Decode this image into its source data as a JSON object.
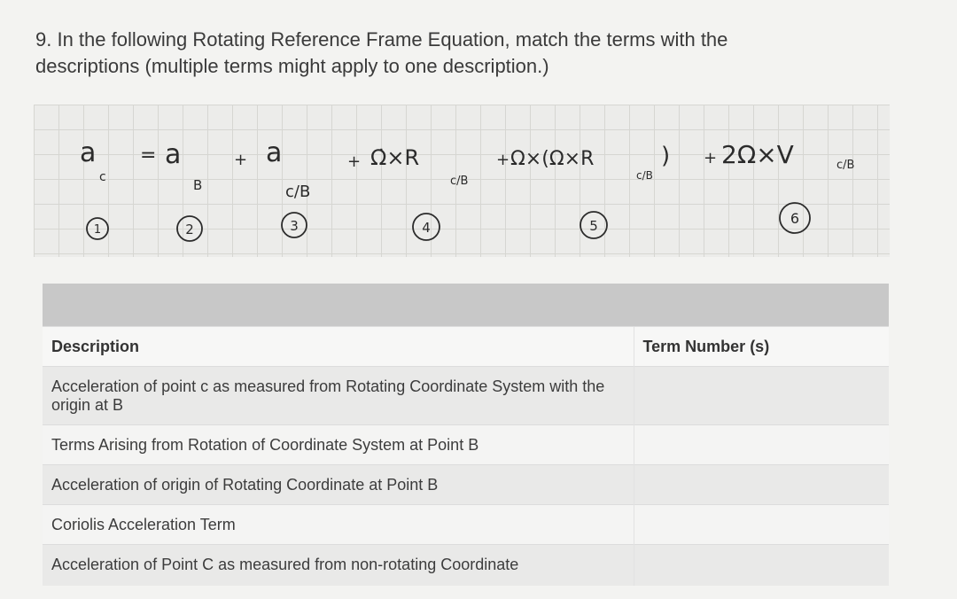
{
  "question": {
    "line1": "9. In the following Rotating Reference Frame Equation, match the terms with the",
    "line2": "descriptions (multiple terms might apply to one description.)"
  },
  "equation": {
    "terms": [
      {
        "main": "a",
        "sub": "c"
      },
      {
        "prefix": "=",
        "main": "a",
        "sub": "B"
      },
      {
        "prefix": "+",
        "main": "a",
        "sub": "c/B"
      },
      {
        "prefix": "+",
        "main": "Ω̇×R",
        "sub": "c/B"
      },
      {
        "prefix": "+",
        "main": "Ω×(Ω×R",
        "sub": "c/B",
        "suffix": ")"
      },
      {
        "prefix": "+",
        "main": "2Ω×V",
        "sub": "c/B"
      }
    ],
    "numbers": [
      "1",
      "2",
      "3",
      "4",
      "5",
      "6"
    ]
  },
  "table": {
    "header_description": "Description",
    "header_term": "Term Number (s)",
    "rows": [
      {
        "description": "Acceleration of point c as measured from Rotating Coordinate System with the origin at B",
        "term": ""
      },
      {
        "description": "Terms Arising from Rotation of Coordinate System at Point B",
        "term": ""
      },
      {
        "description": "Acceleration of origin of Rotating Coordinate at Point B",
        "term": ""
      },
      {
        "description": "Coriolis Acceleration Term",
        "term": ""
      },
      {
        "description": "Acceleration of Point C as measured from non-rotating Coordinate",
        "term": ""
      }
    ]
  }
}
